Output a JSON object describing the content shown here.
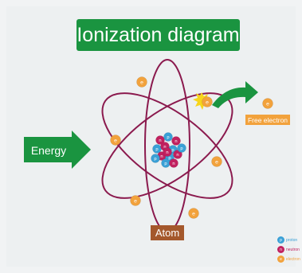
{
  "title": "Ionization diagram",
  "energy_label": "Energy",
  "free_electron_label": "Free electron",
  "atom_label": "Atom",
  "particle_symbols": {
    "proton": "p",
    "neutron": "n",
    "electron": "e"
  },
  "legend": [
    {
      "symbol": "p",
      "label": "proton",
      "color": "#3aa0d6"
    },
    {
      "symbol": "n",
      "label": "neutron",
      "color": "#c1215f"
    },
    {
      "symbol": "e",
      "label": "electron",
      "color": "#f2a23c"
    }
  ],
  "colors": {
    "title_bg": "#1a9440",
    "arrow_green": "#1a9440",
    "orbit": "#8b1a4e",
    "electron": "#f2a23c",
    "proton": "#3aa0d6",
    "neutron": "#c1215f",
    "atom_label_bg": "#a4582c",
    "spark": "#f7d51b"
  }
}
